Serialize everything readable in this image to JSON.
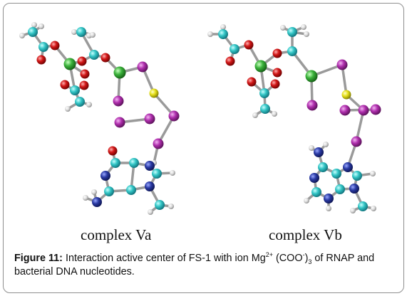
{
  "figure": {
    "complex_a_label": "complex Va",
    "complex_b_label": "complex Vb",
    "caption": {
      "label": "Figure 11:",
      "text_1": " Interaction active center of FS-1 with ion Mg",
      "sup_1": "2+",
      "text_2": " (COO",
      "sup_2": "-",
      "text_3": ")",
      "sub_1": "3",
      "text_4": " of RNAP and bacterial DNA nucleotides."
    },
    "atom_colors": {
      "carbon": "#33c6c6",
      "oxygen": "#d11616",
      "hydrogen": "#dcdcdc",
      "magnesium": "#3bb23b",
      "iodine": "#b02fae",
      "sulfur": "#e6e01a",
      "nitrogen": "#2a3aa4",
      "bond": "#9a9a9a"
    }
  }
}
